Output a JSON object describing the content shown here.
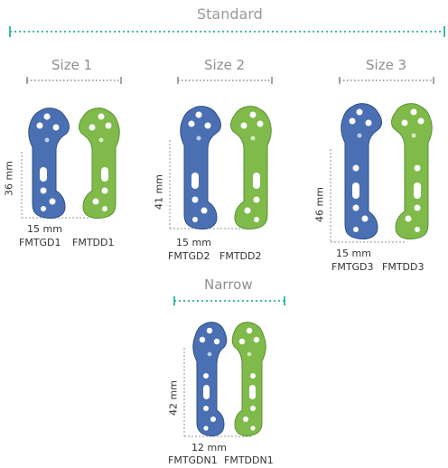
{
  "standard": {
    "title": "Standard",
    "colors": {
      "teal": "#3fb9a6",
      "gray": "#9a9a9a"
    },
    "sizes": [
      {
        "title": "Size 1",
        "height": "36 mm",
        "width": "15 mm",
        "codes": [
          "FMTGD1",
          "FMTDD1"
        ]
      },
      {
        "title": "Size 2",
        "height": "41 mm",
        "width": "15 mm",
        "codes": [
          "FMTGD2",
          "FMTDD2"
        ]
      },
      {
        "title": "Size 3",
        "height": "46 mm",
        "width": "15 mm",
        "codes": [
          "FMTGD3",
          "FMTDD3"
        ]
      }
    ]
  },
  "narrow": {
    "title": "Narrow",
    "height": "42 mm",
    "width": "12 mm",
    "codes": [
      "FMTGDN1",
      "FMTDDN1"
    ]
  },
  "plate_colors": {
    "blue": "#4a6fb2",
    "green": "#7fba4a"
  }
}
